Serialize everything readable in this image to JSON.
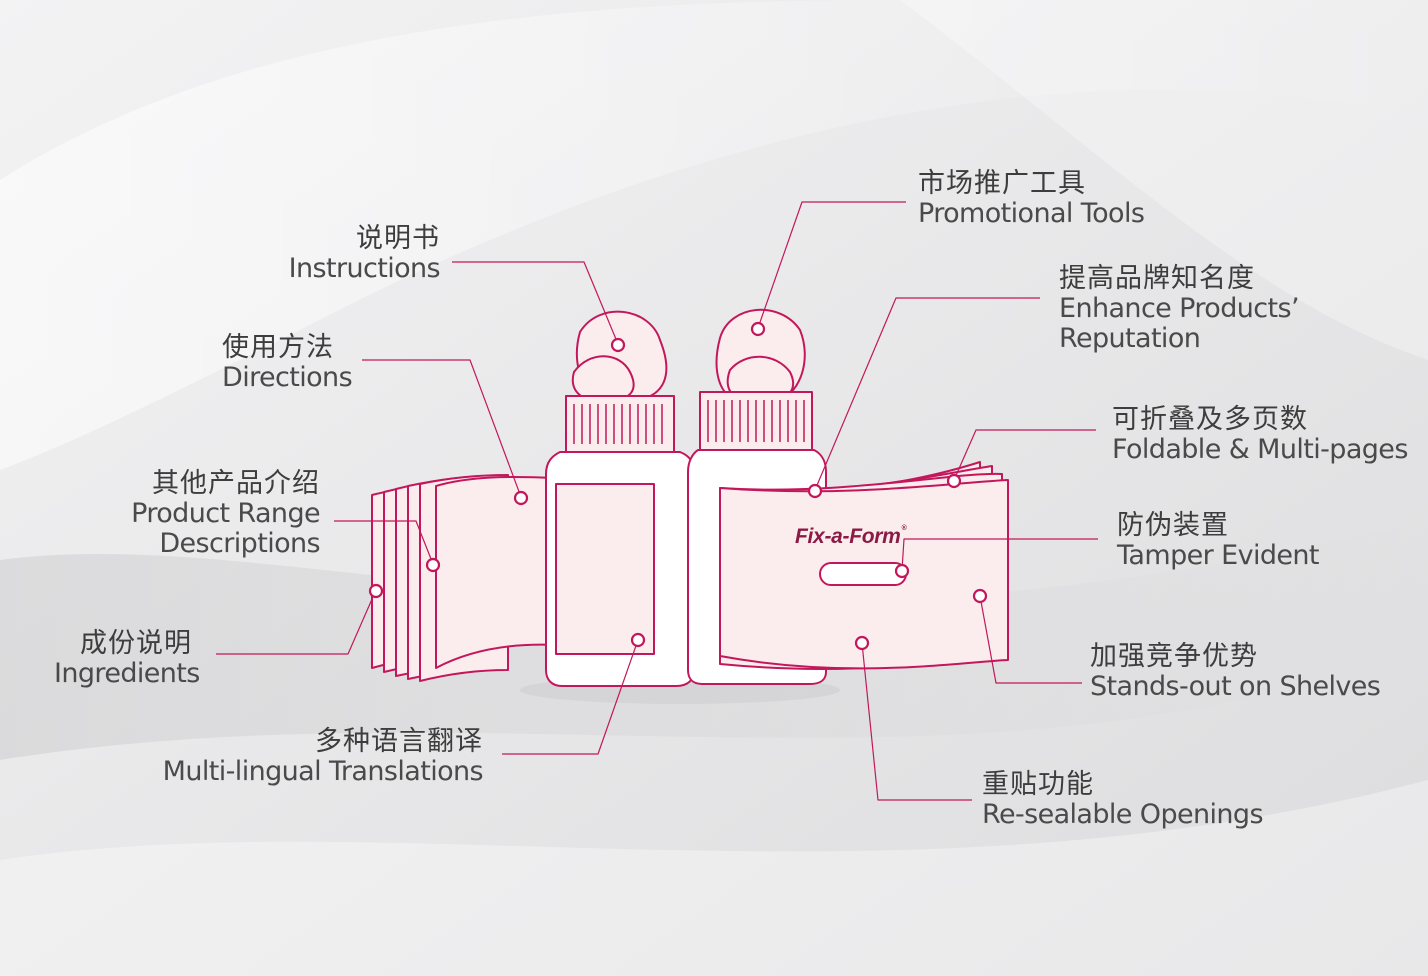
{
  "brand": {
    "logo_text": "Fix-a-Form",
    "logo_mark": "®",
    "accent_color": "#c2185b",
    "label_fill": "#fbecee"
  },
  "labels": {
    "instructions": {
      "zh": "说明书",
      "en": "Instructions"
    },
    "directions": {
      "zh": "使用方法",
      "en": "Directions"
    },
    "product_range": {
      "zh": "其他产品介绍",
      "en1": "Product Range",
      "en2": "Descriptions"
    },
    "ingredients": {
      "zh": "成份说明",
      "en": "Ingredients"
    },
    "multilingual": {
      "zh": "多种语言翻译",
      "en": "Multi-lingual Translations"
    },
    "promotional": {
      "zh": "市场推广工具",
      "en": "Promotional Tools"
    },
    "reputation": {
      "zh": "提高品牌知名度",
      "en1": "Enhance Products’",
      "en2": "Reputation"
    },
    "foldable": {
      "zh": "可折叠及多页数",
      "en": "Foldable & Multi-pages"
    },
    "tamper": {
      "zh": "防伪装置",
      "en": "Tamper Evident"
    },
    "stands_out": {
      "zh": "加强竞争优势",
      "en": "Stands-out on Shelves"
    },
    "resealable": {
      "zh": "重贴功能",
      "en": "Re-sealable Openings"
    }
  }
}
